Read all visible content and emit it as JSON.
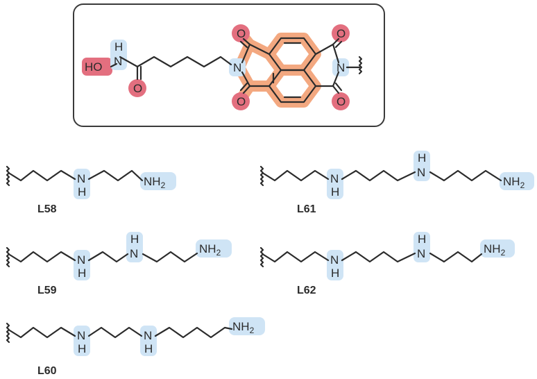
{
  "colors": {
    "hydrophilic_highlight": "#cfe4f5",
    "chelator_highlight": "#e36f7f",
    "core_highlight": "#f3a47a",
    "bond": "#2b2b2b",
    "frame": "#3a3a3a"
  },
  "scaffold": {
    "atoms": {
      "ho": "HO",
      "nh_h": "H",
      "nh_n": "N",
      "amide_o": "O",
      "imide_n_left": "N",
      "imide_n_right": "N",
      "o_top_left": "O",
      "o_bottom_left": "O",
      "o_top_right": "O",
      "o_bottom_right": "O"
    }
  },
  "ligands": [
    {
      "id": "L58",
      "label": "L58",
      "amine_n": "N",
      "amine_h": "H",
      "terminal_n": "NH",
      "terminal_sub": "2"
    },
    {
      "id": "L59",
      "label": "L59",
      "amine_n": "N",
      "amine_h": "H",
      "terminal_n": "NH",
      "terminal_sub": "2"
    },
    {
      "id": "L60",
      "label": "L60",
      "amine_n": "N",
      "amine_h": "H",
      "terminal_n": "NH",
      "terminal_sub": "2"
    },
    {
      "id": "L61",
      "label": "L61",
      "amine_n": "N",
      "amine_h": "H",
      "terminal_n": "NH",
      "terminal_sub": "2"
    },
    {
      "id": "L62",
      "label": "L62",
      "amine_n": "N",
      "amine_h": "H",
      "terminal_n": "NH",
      "terminal_sub": "2"
    }
  ]
}
